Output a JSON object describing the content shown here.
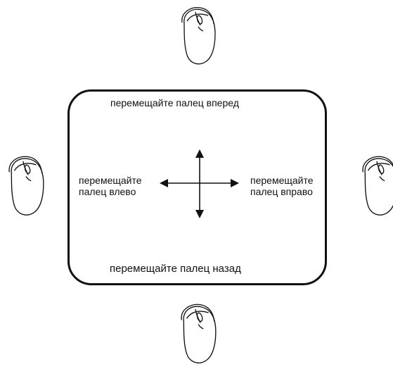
{
  "labels": {
    "forward": "перемещайте палец вперед",
    "back": "перемещайте палец назад",
    "left": "перемещайте\nпалец влево",
    "right": "перемещайте\nпалец вправо"
  },
  "icons": {
    "mouse": "computer-mouse-icon",
    "arrows": "four-way-arrow-icon"
  },
  "colors": {
    "line": "#111111",
    "background": "#ffffff"
  }
}
